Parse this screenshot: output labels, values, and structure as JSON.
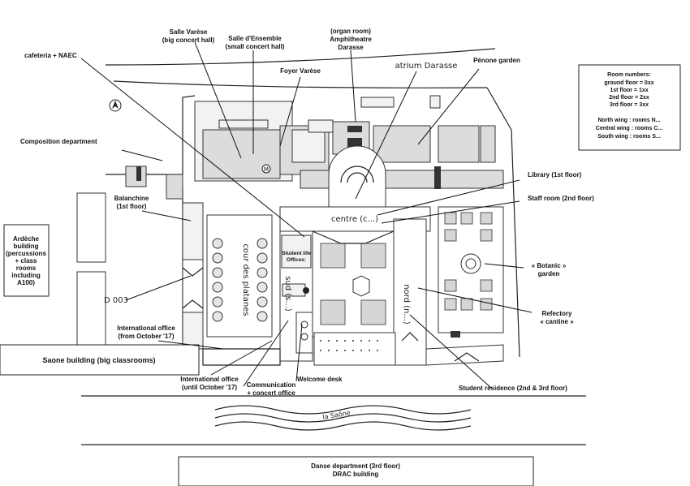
{
  "labels": {
    "salle_varese": [
      "Salle Varèse",
      "(big concert hall)"
    ],
    "salle_ensemble": [
      "Salle d'Ensemble",
      "(small concert hall)"
    ],
    "amphitheatre": [
      "(organ room)",
      "Amphitheatre",
      "Darasse"
    ],
    "atrium": "atrium Darasse",
    "penone": "Pénone garden",
    "cafeteria": "cafeteria + NAEC",
    "foyer": "Foyer Varèse",
    "composition": "Composition department",
    "library": "Library (1st floor)",
    "staff": "Staff room (2nd floor)",
    "balanchine": [
      "Balanchine",
      "(1st floor)"
    ],
    "cour": "cour des platanes",
    "centre": "centre (c...)",
    "student_life": [
      "Student life",
      "Offices:"
    ],
    "sud": "sud (s...)",
    "nord": "nord (n...)",
    "botanic": [
      "« Botanic »",
      "garden"
    ],
    "refectory": [
      "Refectory",
      "« cantine »"
    ],
    "ardeche": [
      "Ardèche",
      "building",
      "(percussions",
      "+ class",
      "rooms",
      "including",
      "A100)"
    ],
    "d003": "D 003",
    "intl_office_new": [
      "International office",
      "(from October '17)"
    ],
    "saone_building": "Saone building (big classrooms)",
    "intl_office_old": [
      "International office",
      "(until October '17)"
    ],
    "communication": [
      "Communication",
      "+ concert office"
    ],
    "welcome": "Welcome desk",
    "residence": "Student residence (2nd & 3rd floor)",
    "river": "la Saône",
    "danse": [
      "Danse department (3rd floor)",
      "DRAC building"
    ]
  },
  "room_numbers": {
    "title": "Room numbers:",
    "lines": [
      "ground floor = 0xx",
      "1st floor = 1xx",
      "2nd floor = 2xx",
      "3rd floor = 3xx"
    ],
    "wings": [
      "North wing : rooms N...",
      "Central wing : rooms C...",
      "South wing : rooms S..."
    ]
  },
  "icons": [
    "compass-icon",
    "stair-icon"
  ]
}
